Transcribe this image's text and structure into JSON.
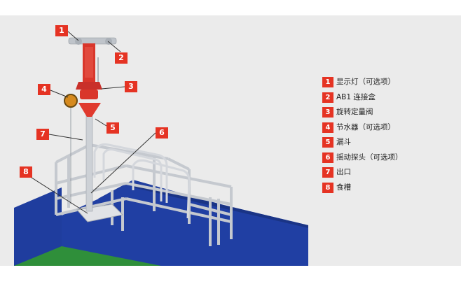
{
  "diagram": {
    "callouts": [
      "1",
      "2",
      "3",
      "4",
      "5",
      "6",
      "7",
      "8"
    ]
  },
  "legend": {
    "items": [
      {
        "number": "1",
        "label": "显示灯（可选项）"
      },
      {
        "number": "2",
        "label": "AB1 连接盒"
      },
      {
        "number": "3",
        "label": "旋转定量阀"
      },
      {
        "number": "4",
        "label": "节水器（可选项）"
      },
      {
        "number": "5",
        "label": "漏斗"
      },
      {
        "number": "6",
        "label": "摇动探头（可选项）"
      },
      {
        "number": "7",
        "label": "出口"
      },
      {
        "number": "8",
        "label": "食槽"
      }
    ]
  },
  "colors": {
    "badge": "#e53323",
    "pen_wall": "#1f3d9e",
    "floor": "#2f8f3a",
    "frame": "#c8ccd2",
    "device_red": "#d9362b"
  }
}
